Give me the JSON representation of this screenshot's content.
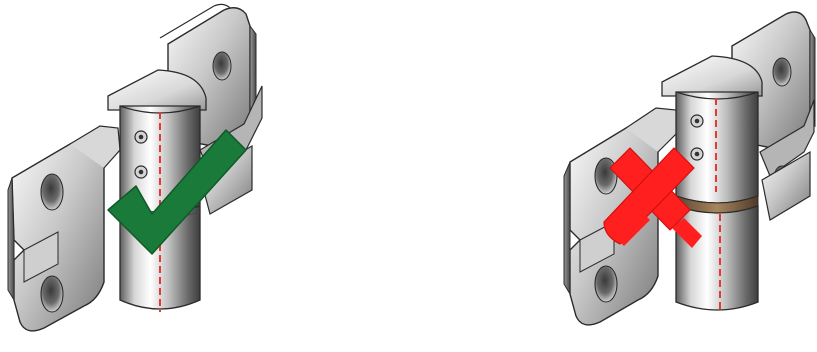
{
  "figures": [
    {
      "id": "correct",
      "verdict": "correct",
      "mark_icon": "checkmark-icon",
      "mark_color": "#1a7a3a",
      "alignment_line_color": "#e53935",
      "barrels_aligned": true
    },
    {
      "id": "incorrect",
      "verdict": "incorrect",
      "mark_icon": "cross-icon",
      "mark_color": "#ff1f1f",
      "alignment_line_color": "#e53935",
      "barrels_aligned": false
    }
  ],
  "colors": {
    "metal_light": "#f2f2f2",
    "metal_mid": "#b9b9b9",
    "metal_dark": "#6e6e6e",
    "outline": "#2b2b2b",
    "gap_brown": "#8a6a4a"
  }
}
